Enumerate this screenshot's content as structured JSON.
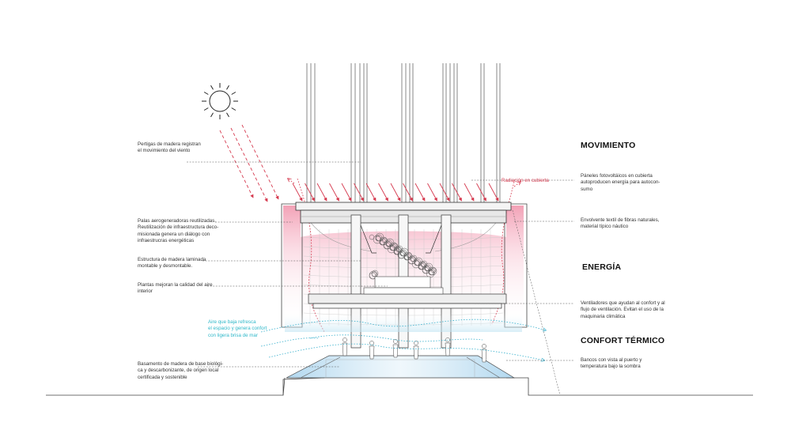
{
  "headings": {
    "movimiento": "MOVIMIENTO",
    "energia": "ENERGÍA",
    "confort": "CONFORT TÉRMICO"
  },
  "notes": {
    "pertigas": [
      "Pertigas de madera registran",
      "el movimiento del viento"
    ],
    "palas": [
      "Palas aerogeneradoras reutilizadas.",
      "Reutilización de infraestructura deco-",
      "misionada genera un diálogo con",
      "infraestrucras energéticas"
    ],
    "estructura": [
      "Estructura de madera laminada",
      "montable y desmontable."
    ],
    "plantas": [
      "Plantas mejoran la calidad del aire",
      "interior"
    ],
    "aire": [
      "Aire que baja refresca",
      "el espacio y genera confort",
      "con ligera brisa de mar"
    ],
    "basamento": [
      "Basamento de madera de base biológi-",
      "ca y descarbonizante, de origen local",
      "certificada y sostenible"
    ],
    "radiacion": [
      "Radiación en cubierta"
    ],
    "paneles": [
      "Páneles fotovoltáicos en cubierta",
      "autoproducen energía para autocon-",
      "sumo"
    ],
    "envolvente": [
      "Envolvente textil de fibras naturales,",
      "material típico náutico"
    ],
    "ventiladores": [
      "Ventiladores que ayudan al confort y al",
      "flujo de ventilación. Evitan el uso de la",
      "maquinaria climática"
    ],
    "bancos": [
      "Bancos con vista al puerto y",
      "temperatura bajo la sombra"
    ]
  },
  "colors": {
    "radiation": "#d63a4f",
    "textile": "#f2a9bd",
    "air": "#3fb3cf",
    "line": "#333333"
  }
}
